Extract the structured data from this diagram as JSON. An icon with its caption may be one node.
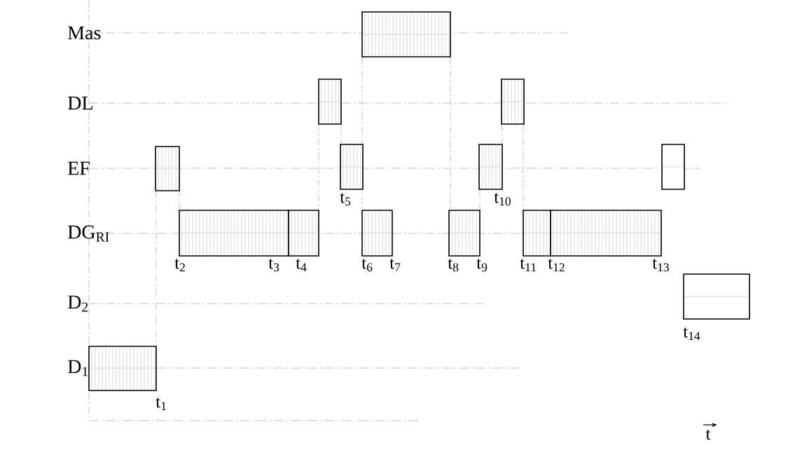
{
  "diagram": {
    "labels": [
      "Mas",
      "DL",
      "EF",
      "t$_{5}$",
      "t$_{10}$",
      "DG$_{RI}$",
      "t$_{2}$",
      "t$_{3}$",
      "t$_{4}$",
      "t$_{6}$",
      "t$_{7}$",
      "t$_{8}$",
      "t$_{9}$",
      "t$_{11}$",
      "t$_{12}$",
      "t$_{13}$",
      "D$_{2}$",
      "t$_{14}$",
      "D$_{1}$",
      "t$_{1}$",
      "t"
    ]
  }
}
